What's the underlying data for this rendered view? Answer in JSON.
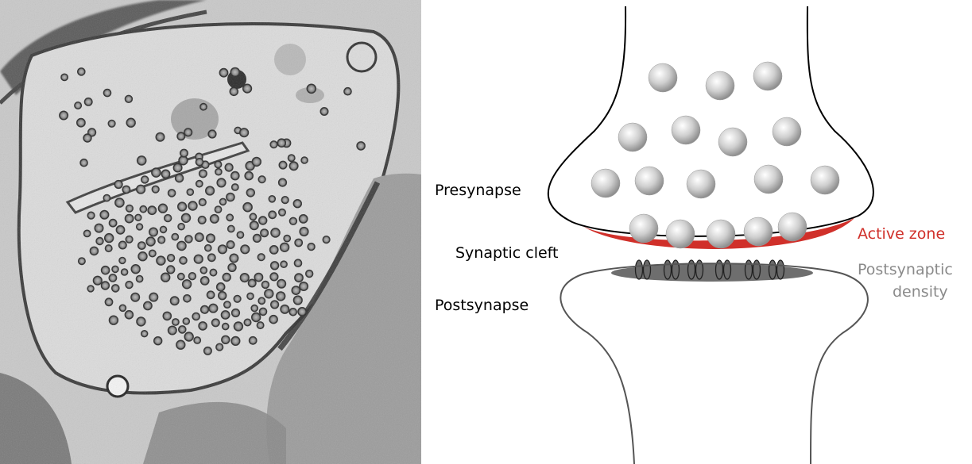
{
  "labels": {
    "presynapse": "Presynapse",
    "synaptic_cleft": "Synaptic cleft",
    "postsynapse": "Postsynapse",
    "active_zone": "Active zone",
    "postsynaptic_density_line1": "Postsynaptic",
    "postsynaptic_density_line2": "density"
  },
  "colors": {
    "active_zone": "#d0302a",
    "postsynaptic_density_label": "#8a8a8a",
    "postsynaptic_density_fill": "#6e6e6e",
    "outline": "#000000"
  }
}
